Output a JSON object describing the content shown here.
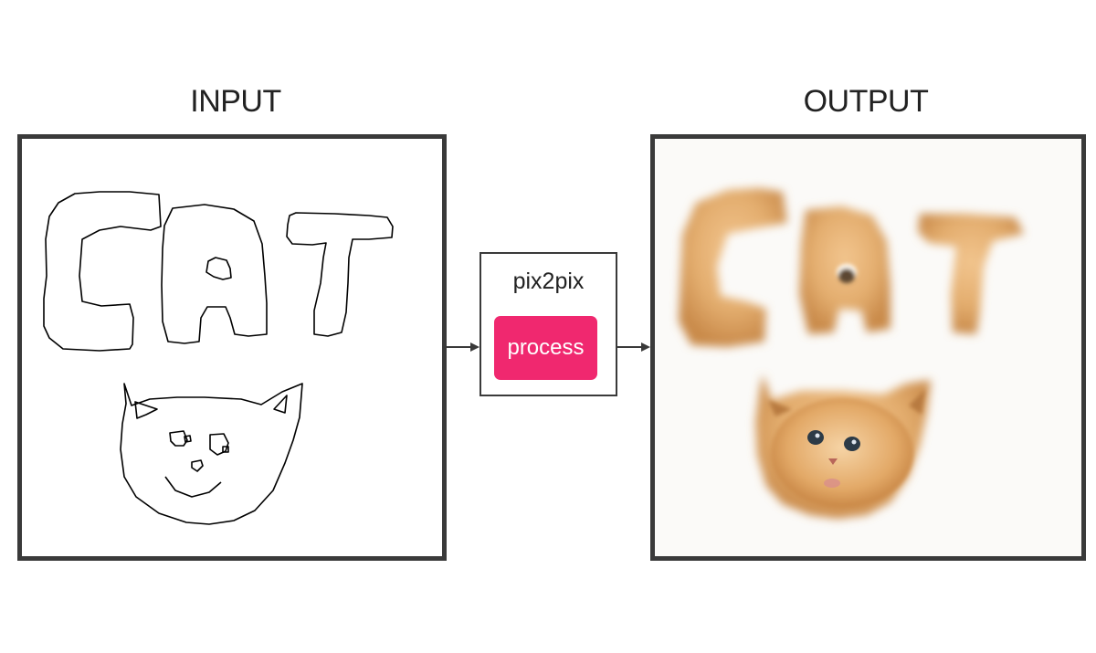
{
  "input_panel": {
    "title": "INPUT"
  },
  "output_panel": {
    "title": "OUTPUT"
  },
  "model": {
    "name": "pix2pix",
    "button_label": "process",
    "button_color": "#f0286f"
  },
  "colors": {
    "frame_border": "#3a3a3a",
    "sketch_stroke": "#000000",
    "fur": "#e3ad6e",
    "background": "#ffffff"
  },
  "icons": {
    "flow_arrow_1": "arrow-right",
    "flow_arrow_2": "arrow-right"
  }
}
